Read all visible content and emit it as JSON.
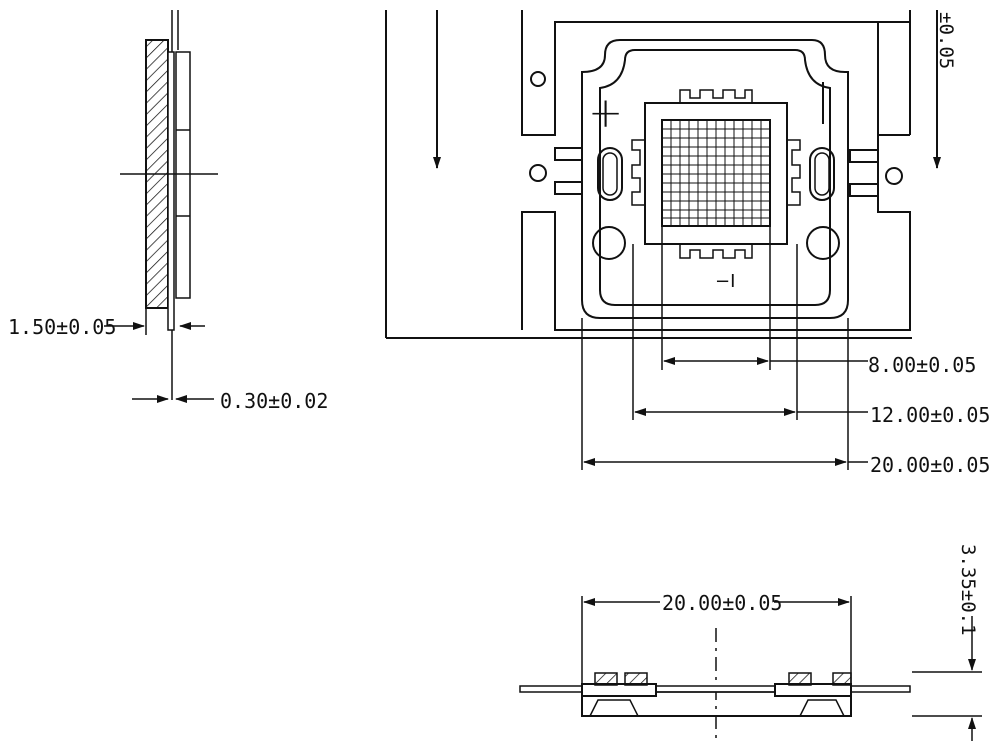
{
  "side_view": {
    "thickness_label": "1.50±0.05",
    "layer_label": "0.30±0.02"
  },
  "front_view": {
    "top_tolerance_label": "±0.05",
    "plus_mark": "+",
    "minus_mark": "−",
    "bottom_mark": "−I",
    "dim_inner_label": "8.00±0.05",
    "dim_middle_label": "12.00±0.05",
    "dim_outer_label": "20.00±0.05"
  },
  "bottom_view": {
    "width_label": "20.00±0.05",
    "height_label": "3.35±0.1"
  }
}
